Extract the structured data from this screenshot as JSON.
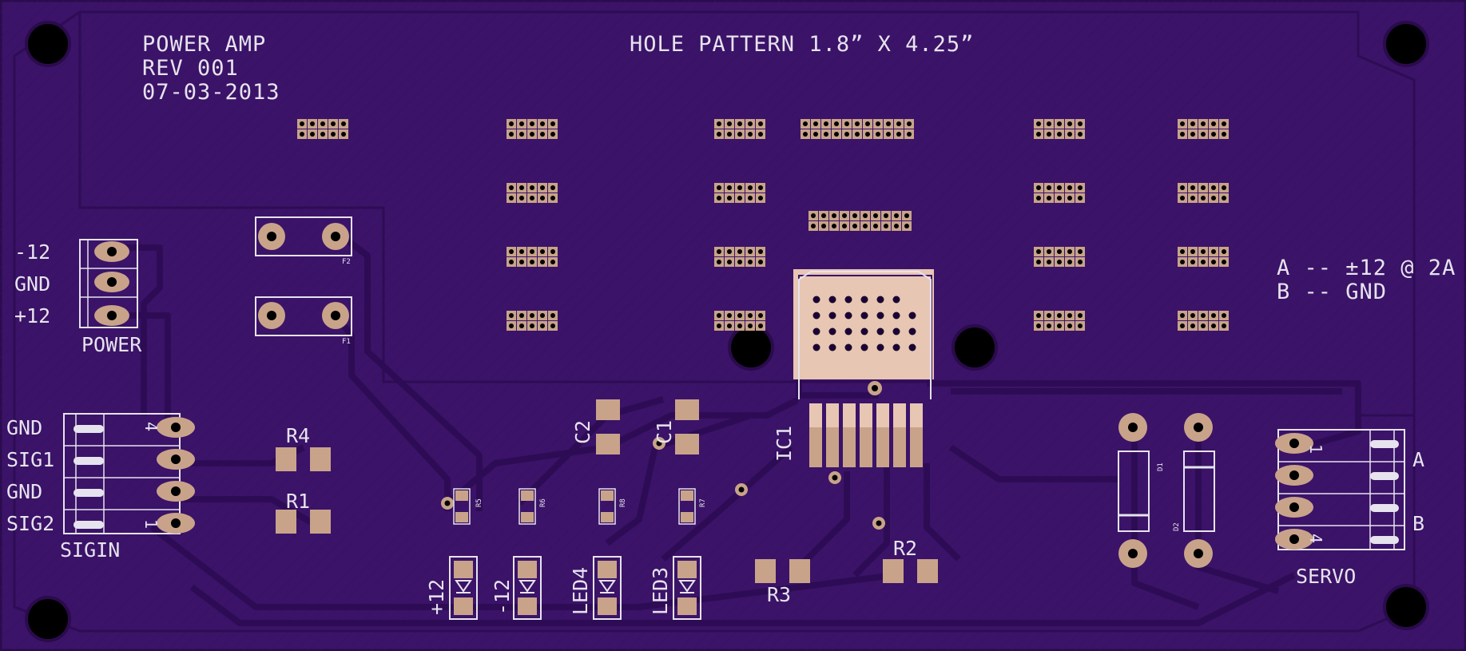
{
  "colors": {
    "board": "#3b1368",
    "board_edge": "#2a0b4c",
    "trace": "#2e0c55",
    "copper": "#c8a38a",
    "silk": "#e6e3ee",
    "hole": "#000000",
    "ic_pad": "#e8c6b4"
  },
  "title_block": {
    "line1": "POWER AMP",
    "line2": "REV 001",
    "line3": "07-03-2013"
  },
  "hole_pattern": "HOLE PATTERN 1.8” X 4.25”",
  "legend": {
    "line1": "A -- ±12 @ 2A",
    "line2": "B -- GND"
  },
  "power_connector": {
    "name": "POWER",
    "pins": [
      "-12",
      "GND",
      "+12"
    ]
  },
  "signal_connector": {
    "name": "SIGIN",
    "pins": [
      "GND",
      "SIG1",
      "GND",
      "SIG2"
    ],
    "pin_first": "4",
    "pin_last": "1"
  },
  "servo_connector": {
    "name": "SERVO",
    "label_a": "A",
    "label_b": "B",
    "pin_first": "1",
    "pin_last": "4"
  },
  "fuses": {
    "f1": "F1",
    "f2": "F2"
  },
  "resistors": {
    "r1": "R1",
    "r2": "R2",
    "r3": "R3",
    "r4": "R4",
    "r5": "R5",
    "r6": "R6",
    "r7": "R7",
    "r8": "R8"
  },
  "capacitors": {
    "c1": "C1",
    "c2": "C2"
  },
  "ic": {
    "name": "IC1"
  },
  "diodes": {
    "d1": "D1",
    "d2": "D2"
  },
  "leds": {
    "plus12": "+12",
    "minus12": "-12",
    "led4": "LED4",
    "led3": "LED3"
  }
}
